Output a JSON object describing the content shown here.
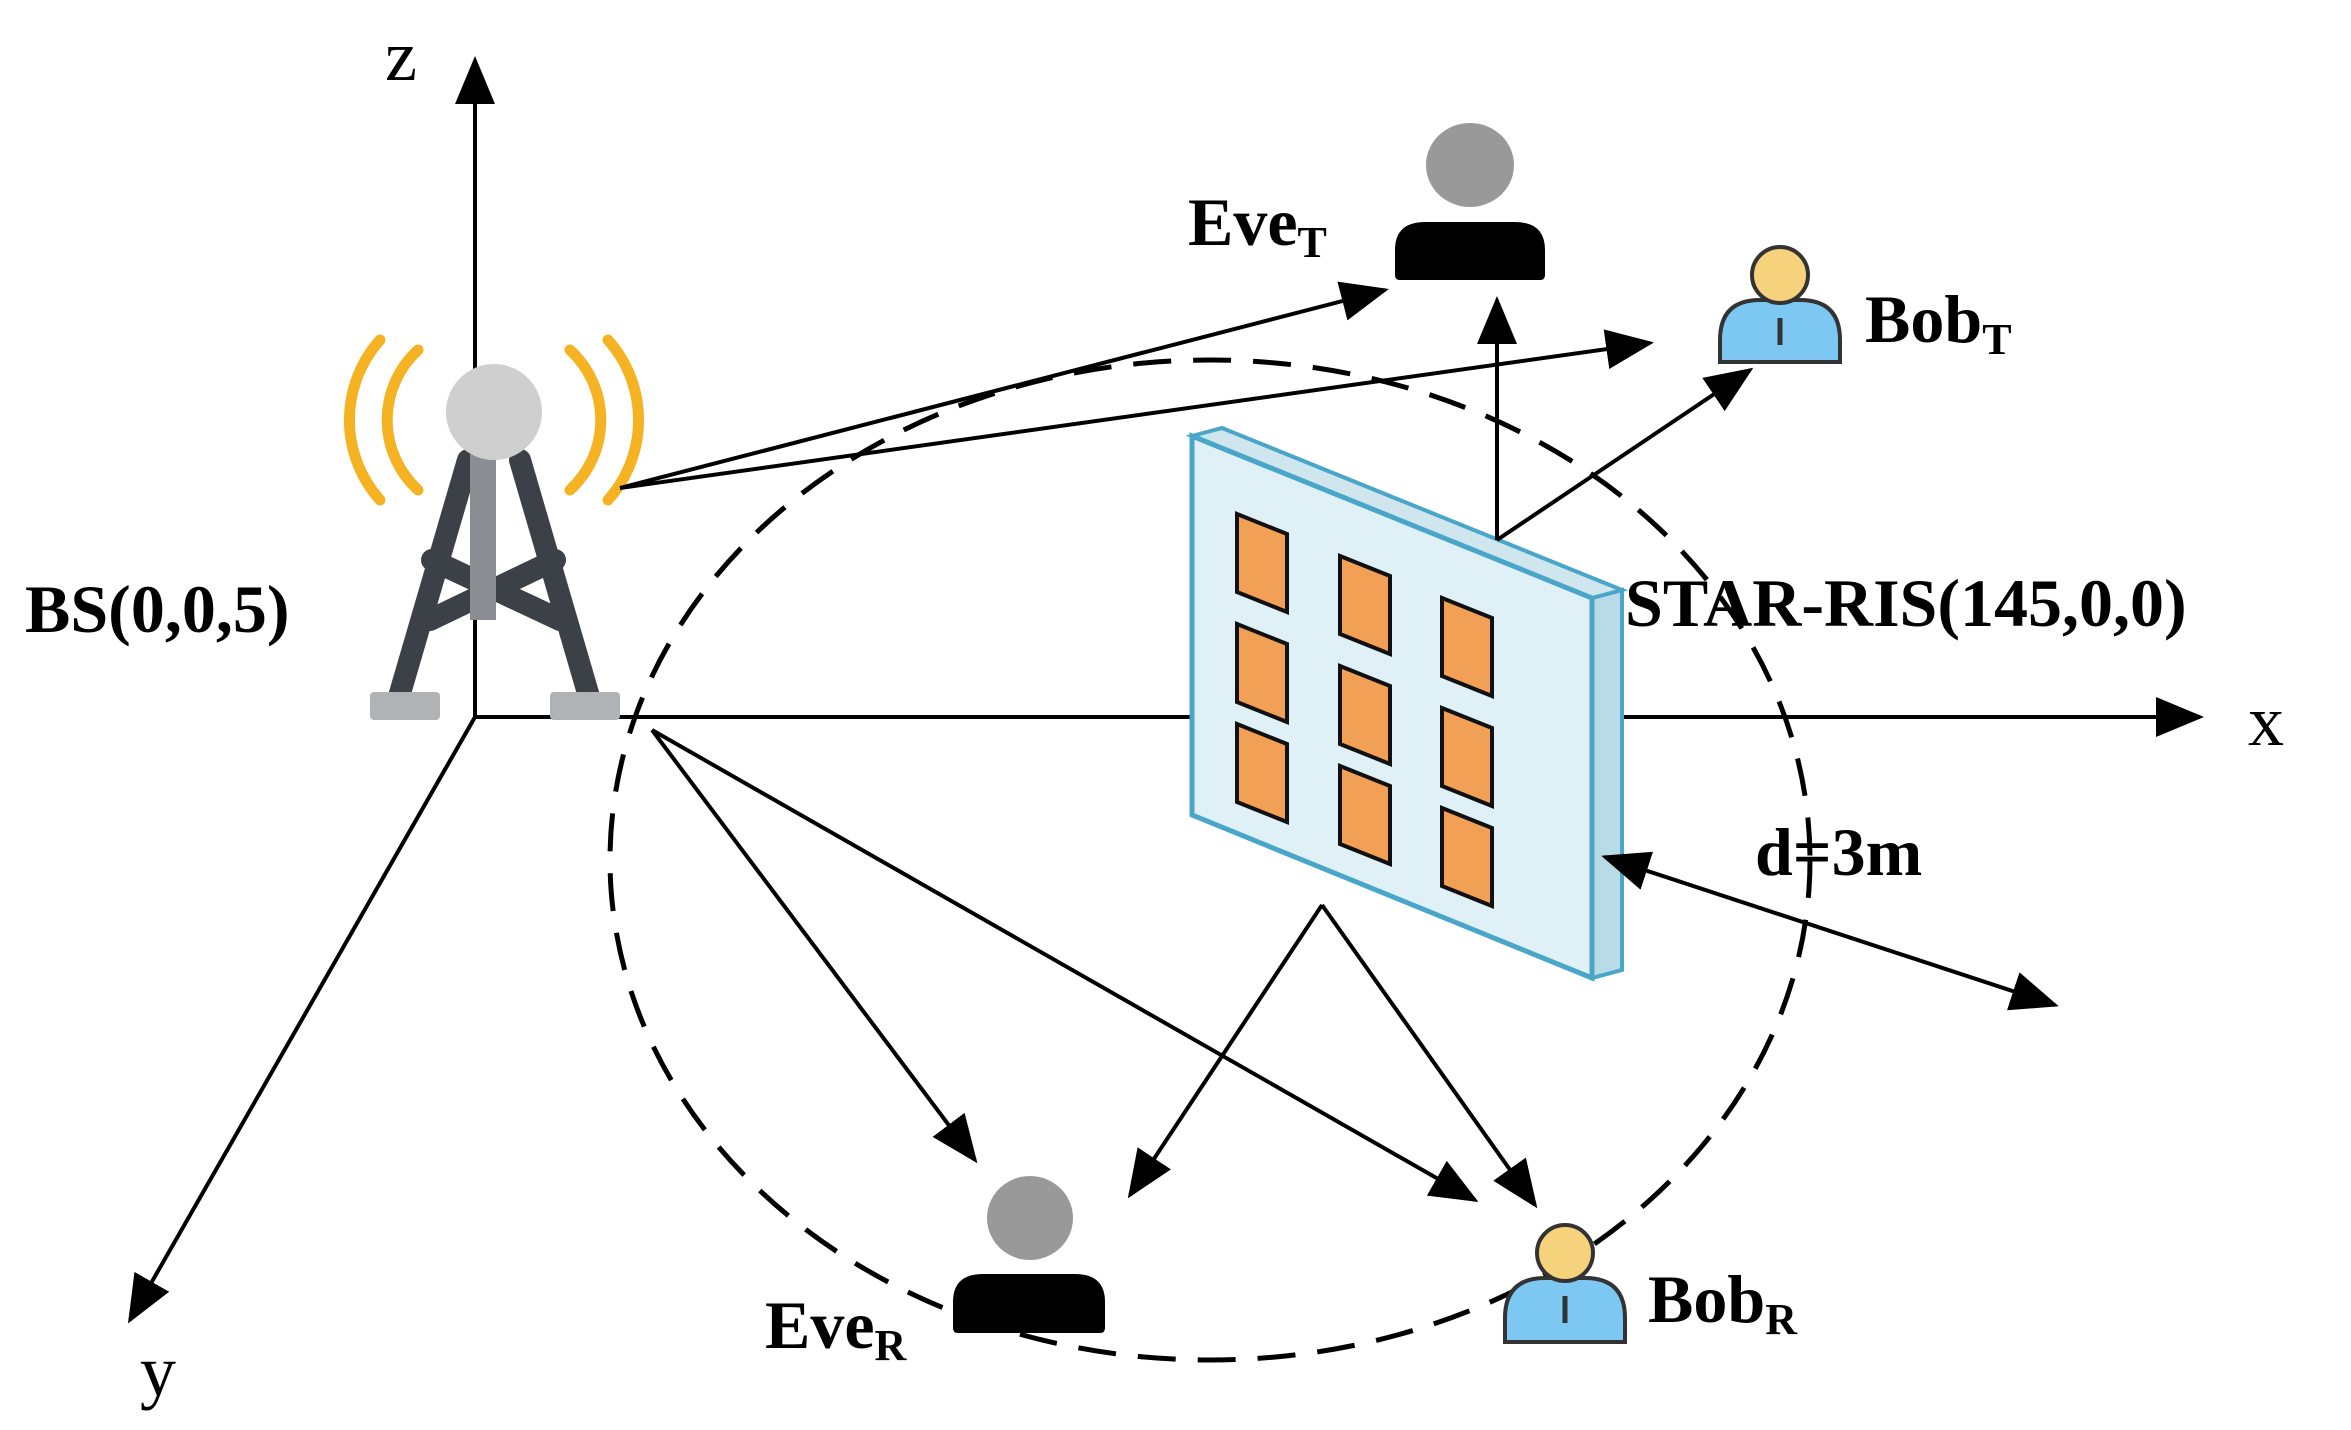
{
  "axes": {
    "z_label": "z",
    "x_label": "x",
    "y_label": "y"
  },
  "nodes": {
    "bs": {
      "label": "BS(0,0,5)"
    },
    "star_ris": {
      "label": "STAR-RIS(145,0,0)"
    },
    "eve_t": {
      "base": "Eve",
      "sub": "T"
    },
    "bob_t": {
      "base": "Bob",
      "sub": "T"
    },
    "eve_r": {
      "base": "Eve",
      "sub": "R"
    },
    "bob_r": {
      "base": "Bob",
      "sub": "R"
    }
  },
  "distance_label": "d=3m",
  "colors": {
    "signal_arcs": "#f5b323",
    "tower": "#3c4148",
    "tower_head": "#cfcfcf",
    "ris_panel": "#dff0f6",
    "ris_border": "#4aa6c8",
    "ris_element": "#f2a055",
    "eve_head": "#999999",
    "eve_body": "#000000",
    "bob_head": "#f7d27c",
    "bob_body": "#7cc8f2"
  },
  "icons": [
    "base-station-icon",
    "eavesdropper-icon",
    "user-icon"
  ]
}
